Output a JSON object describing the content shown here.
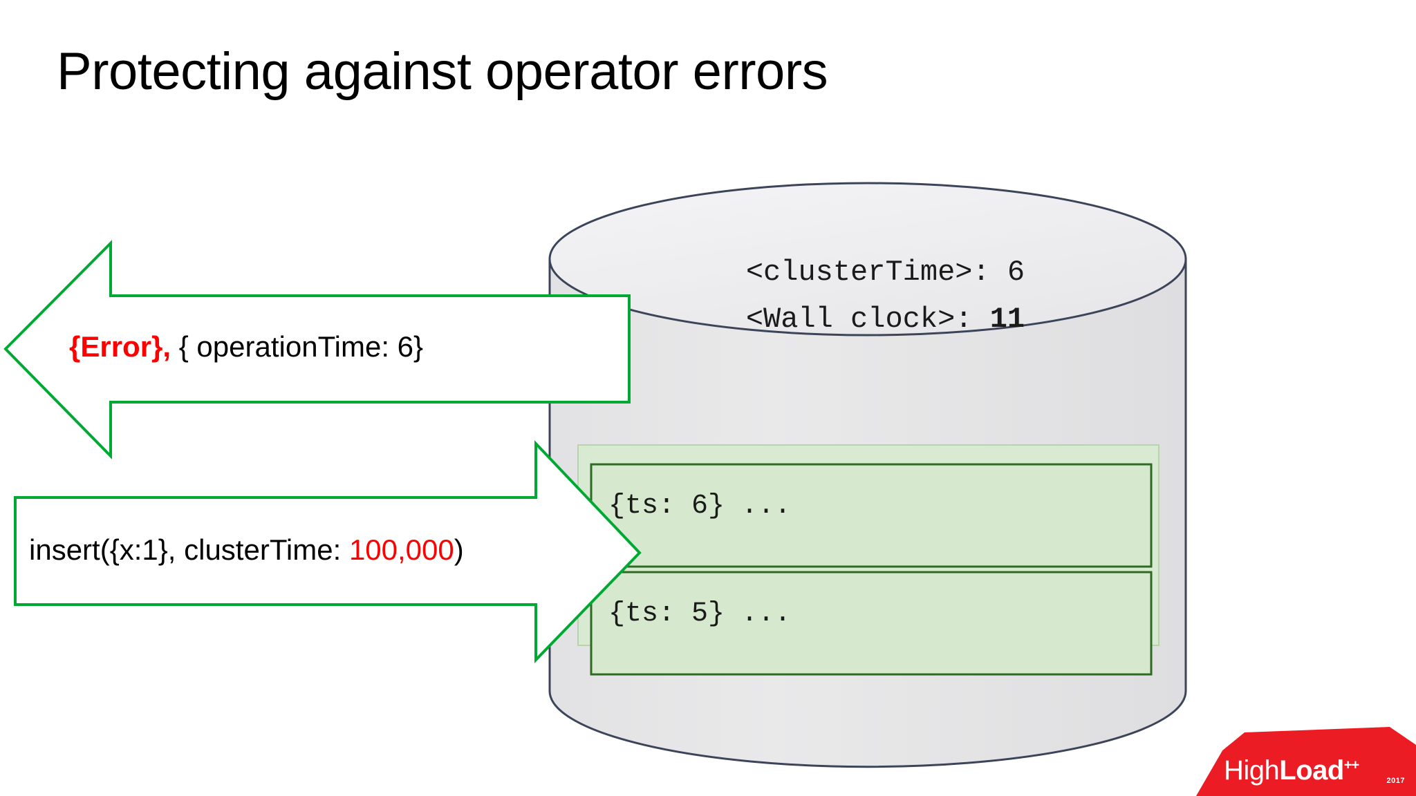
{
  "slide": {
    "title": "Protecting against operator errors"
  },
  "database": {
    "header_lines": [
      {
        "label": "<clusterTime>:",
        "value": "6",
        "bold_value": false
      },
      {
        "label": "<Wall clock>:",
        "value": "11",
        "bold_value": true
      }
    ],
    "oplog_entries": [
      {
        "text": "{ts: 6} ..."
      },
      {
        "text": "{ts: 5} ..."
      }
    ]
  },
  "callouts": {
    "response": {
      "error_label": "{Error},",
      "payload": " { operationTime: 6}"
    },
    "request": {
      "prefix": "insert({x:1}, clusterTime: ",
      "value": "100,000",
      "suffix": ")"
    }
  },
  "branding": {
    "name_light": "High",
    "name_bold": "Load",
    "plus": "++",
    "year": "2017"
  },
  "colors": {
    "arrow_stroke": "#00a933",
    "cylinder_stroke": "#3b4458",
    "oplog_fill": "#d6e9cf",
    "oplog_stroke": "#2e6b22",
    "error_red": "#ff0000",
    "brand_red": "#ec1c24"
  }
}
